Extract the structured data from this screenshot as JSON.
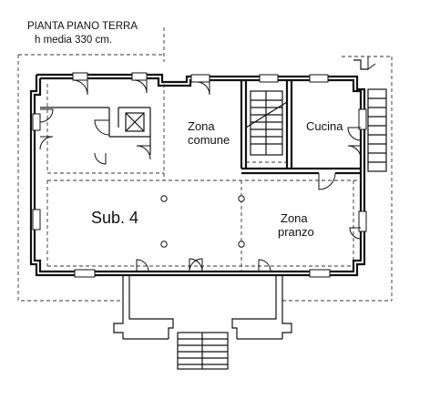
{
  "plan": {
    "title": "PIANTA PIANO TERRA",
    "subtitle": "h media 330 cm.",
    "rooms": {
      "zona_comune_line1": "Zona",
      "zona_comune_line2": "comune",
      "cucina": "Cucina",
      "sub4": "Sub. 4",
      "zona_pranzo_line1": "Zona",
      "zona_pranzo_line2": "pranzo"
    }
  }
}
